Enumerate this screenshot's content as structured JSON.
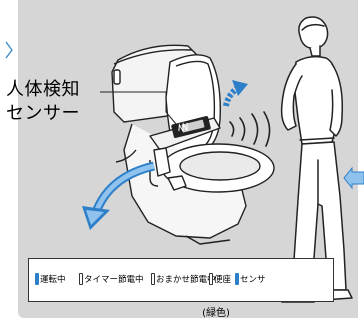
{
  "callout": {
    "line1": "人体検知",
    "line2": "センサー"
  },
  "status_panel": {
    "indicators": [
      {
        "label": "運転中",
        "lit": true
      },
      {
        "label": "タイマー節電中",
        "lit": false
      },
      {
        "label": "おまかせ節電中",
        "lit": false
      },
      {
        "label": "便座",
        "lit": false
      },
      {
        "label": "センサ",
        "lit": true
      }
    ],
    "caption": "(緑色)"
  },
  "colors": {
    "panel_bg": "#d6d6d6",
    "arrow_blue": "#2d7fc9",
    "arrow_light": "#8fc3ee",
    "lamp_lit": "#2d7fc9"
  }
}
